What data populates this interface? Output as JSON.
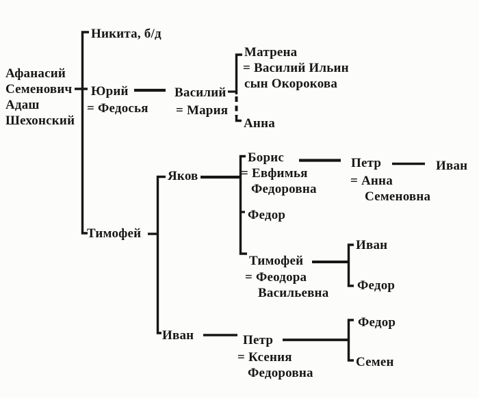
{
  "diagram_ink_color": "#161616",
  "background_color": "#fcfcfa",
  "persons": {
    "root": {
      "line1": "Афанасий",
      "line2": "Семенович",
      "line3": "Адаш",
      "line4": "Шехонский"
    },
    "nikita": {
      "name": "Никита, б/д"
    },
    "yuri": {
      "name": "Юрий",
      "spouse": "= Федосья"
    },
    "vasily": {
      "name": "Василий",
      "spouse": "= Мария"
    },
    "matrena": {
      "name": "Матрена",
      "spouse": "= Василий Ильин",
      "spouse2": "сын Окорокова"
    },
    "anna": {
      "name": "Анна"
    },
    "timofey1": {
      "name": "Тимофей"
    },
    "yakov": {
      "name": "Яков"
    },
    "boris": {
      "name": "Борис",
      "spouse": "= Евфимья",
      "spouse2": "Федоровна"
    },
    "fedor1": {
      "name": "Федор"
    },
    "timofey2": {
      "name": "Тимофей",
      "spouse": "= Феодора",
      "spouse2": "Васильевна"
    },
    "ivan_of_timofey2": {
      "name": "Иван"
    },
    "fedor_of_timofey2": {
      "name": "Федор"
    },
    "petr1": {
      "name": "Петр",
      "spouse": "= Анна",
      "spouse2": "Семеновна"
    },
    "ivan_of_petr1": {
      "name": "Иван"
    },
    "ivan2": {
      "name": "Иван"
    },
    "petr2": {
      "name": "Петр",
      "spouse": "= Ксения",
      "spouse2": "Федоровна"
    },
    "fedor_of_petr2": {
      "name": "Федор"
    },
    "semen": {
      "name": "Семен"
    }
  }
}
